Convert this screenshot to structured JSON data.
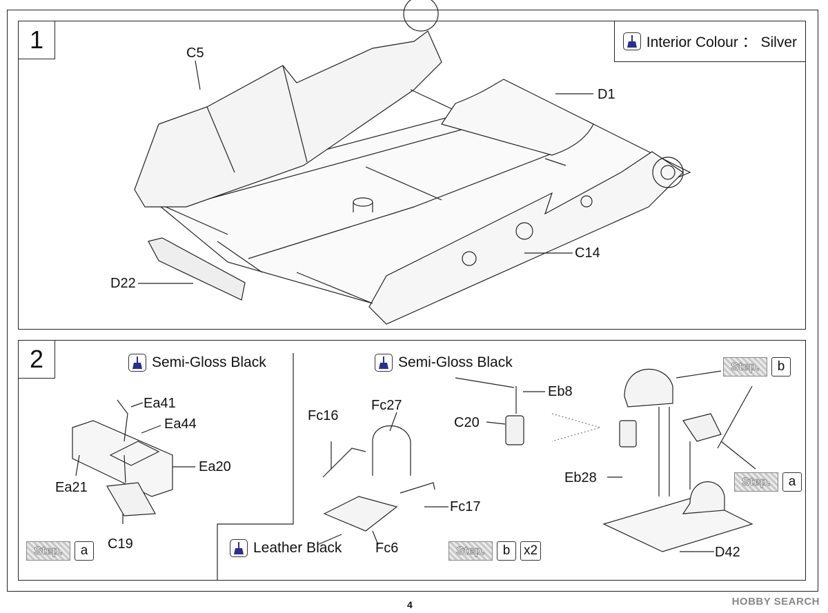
{
  "step1": {
    "number": "1",
    "paint": "Interior Colour ： Silver",
    "parts": {
      "c5": "C5",
      "d1": "D1",
      "d22": "D22",
      "c14": "C14"
    }
  },
  "step2": {
    "number": "2",
    "paint_left": "Semi-Gloss Black",
    "paint_mid": "Semi-Gloss Black",
    "paint_bottom": "Leather Black",
    "parts": {
      "ea41": "Ea41",
      "ea44": "Ea44",
      "ea20": "Ea20",
      "ea21": "Ea21",
      "c19": "C19",
      "fc16": "Fc16",
      "fc27": "Fc27",
      "fc17": "Fc17",
      "fc6": "Fc6",
      "eb8": "Eb8",
      "c20": "C20",
      "eb28": "Eb28",
      "d42": "D42"
    },
    "refs": {
      "step_word": "Step.",
      "left_ref": "a",
      "mid_ref": "b",
      "mid_count": "x2",
      "right_top_ref": "b",
      "right_mid_ref": "a"
    }
  },
  "page_number": "4",
  "watermark": "HOBBY SEARCH",
  "colors": {
    "line": "#222222",
    "brush": "#2a2f8a"
  }
}
